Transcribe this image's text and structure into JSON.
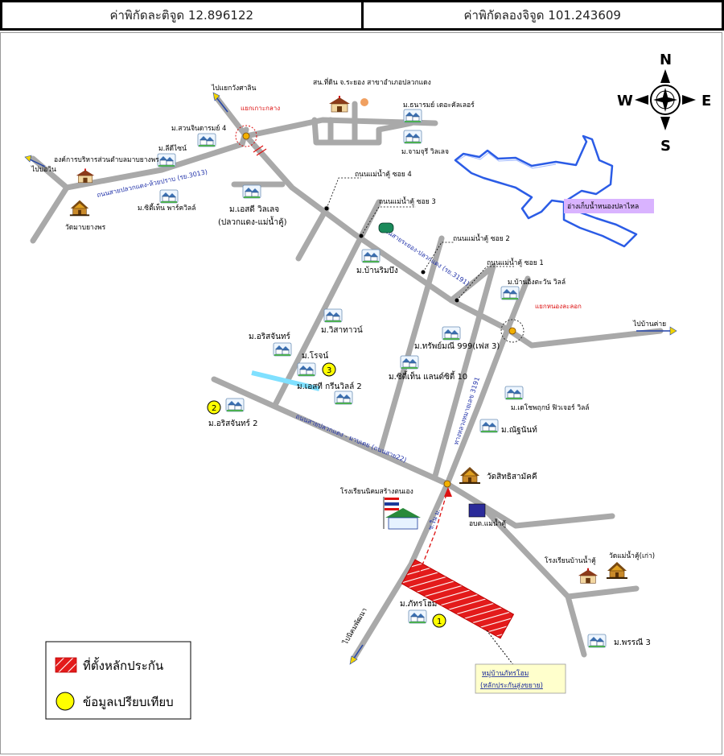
{
  "header": {
    "latitude_text": "ค่าพิกัดละติจูด 12.896122",
    "longitude_text": "ค่าพิกัดลองจิจูด 101.243609"
  },
  "compass": {
    "n": "N",
    "s": "S",
    "e": "E",
    "w": "W"
  },
  "directions": {
    "to_kaeng_ha": "ไปบ่อวิน",
    "to_banchang": "ไปแยกวังศาลิน",
    "to_ban_khai": "ไปบ้านค่าย",
    "to_sattahip": "ไปนิคมพัฒนา"
  },
  "red_labels": {
    "junction_1": "แยกเกาะกลาง",
    "junction_2": "แยกหนองละลอก"
  },
  "roads": {
    "road_3013": "ถนนสายปลวกแดง-ห้วยปราบ (รย.3013)",
    "road_3191a": "ถนนสายระยอง-ปลวกแดง (รย.3191)",
    "road_3191b": "ทางหลวงหมายเลข 3191",
    "road_22": "ถนนสายปลวกแดง - มาบเตย (ถนนสาย22)",
    "soi_4": "ถนนแม่น้ำคู้ ซอย 4",
    "soi_3": "ถนนแม่น้ำคู้ ซอย 3",
    "soi_2": "ถนนแม่น้ำคู้ ซอย 2",
    "soi_1": "ถนนแม่น้ำคู้ ซอย 1",
    "short_road": "ซ.ใน ม."
  },
  "places": {
    "obt_bang_phra": "องค์การบริหารส่วนตำบลมาบยางพร",
    "wat_map_yang": "วัดมาบยางพร",
    "m_suan_chinda": "ม.สวนจินดารมย์ 4",
    "m_lee_dee": "ม.ลีดีไซน์",
    "m_city_park": "ม.ซิตี้เท็น พาร์ควิลล์",
    "police": "สน.ที่ดิน จ.ระยอง สาขาอำเภอปลวกแดง",
    "m_thanarom": "ม.ธนารมย์ เดอะคัลเลอร์",
    "m_chamchuri": "ม.จามจุรี วิลเลจ",
    "m_sd_village": "ม.เอสดี วิลเลจ",
    "m_sd_village_sub": "(ปลวกแดง-แม่น้ำคู้)",
    "m_ban_rim_bueng": "ม.บ้านริมบึง",
    "m_ban_ing_tawan": "ม.บ้านอิงตะวัน วิลล์",
    "m_wisawan": "ม.วิสาทาวน์",
    "m_arisa": "ม.อริสจันทร์",
    "m_rojana": "ม.โรจน์",
    "m_treasure": "ม.ทรัพย์มณี 999(เฟส 3)",
    "m_city_land": "ม.ซิตี้เท็น แลนด์ซิตี้ 10",
    "m_esty": "ม.เอสที กรีนวิลล์ 2",
    "m_arisa_2": "ม.อริสจันทร์ 2",
    "m_decho": "ม.เดโชพฤกษ์ ฟิวเจอร์ วิลล์",
    "m_chatchanan": "ม.ณัฐนันท์",
    "wat_sit": "วัดสิทธิสามัคคี",
    "school_1": "โรงเรียนนิคมสร้างตนเอง",
    "obt_mae_nam": "อบต.แม่น้ำคู้",
    "school_2": "โรงเรียนบ้านน้ำคู้",
    "wat_mae_nam": "วัดแม่น้ำคู้(เก่า)",
    "m_phatthara": "ม.ภัทรโฮม",
    "m_pornmanee": "ม.พรรณี 3",
    "reservoir": "อ่างเก็บน้ำหนองปลาไหล"
  },
  "numbered_points": [
    "1",
    "2",
    "3"
  ],
  "callout": {
    "line1": "หมู่บ้านภัทรโฮม",
    "line2": "(หลักประกันสู่งขยาย)"
  },
  "legend": {
    "collateral": "ที่ตั้งหลักประกัน",
    "comparison": "ข้อมูลเปรียบเทียบ"
  },
  "colors": {
    "road": "#a9a9a9",
    "reservoir_outline": "#2b5ce6",
    "reservoir_label_bg": "#d9b3ff",
    "collateral": "#e31b1b",
    "comparison": "#ffff00",
    "road_label": "#2233aa",
    "callout_bg": "#ffffcc",
    "canal": "#7fe0ff"
  }
}
